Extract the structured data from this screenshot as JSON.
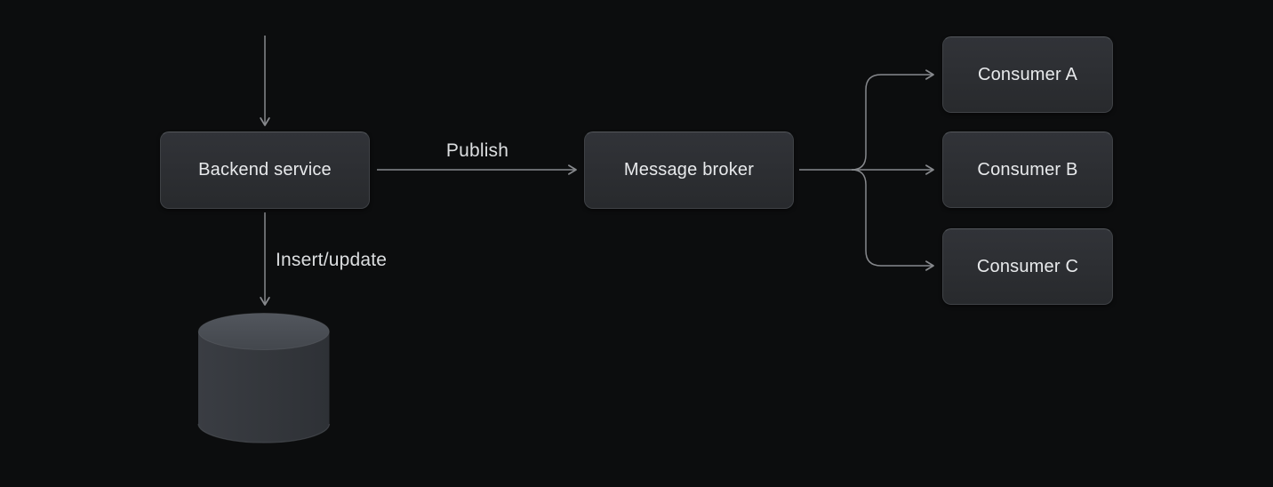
{
  "nodes": {
    "backend": {
      "label": "Backend service"
    },
    "broker": {
      "label": "Message broker"
    },
    "consumer_a": {
      "label": "Consumer A"
    },
    "consumer_b": {
      "label": "Consumer B"
    },
    "consumer_c": {
      "label": "Consumer C"
    }
  },
  "edges": {
    "publish": {
      "label": "Publish"
    },
    "insert_update": {
      "label": "Insert/update"
    }
  },
  "icons": {
    "database": "database-cylinder-icon"
  },
  "colors": {
    "background": "#0c0d0e",
    "node_fill_top": "#313338",
    "node_fill_bottom": "#282a2d",
    "node_border": "#3f4246",
    "connector_line": "#87898d",
    "text": "#e8eaec",
    "cylinder_top": "#4c5057",
    "cylinder_body": "#33363b"
  }
}
